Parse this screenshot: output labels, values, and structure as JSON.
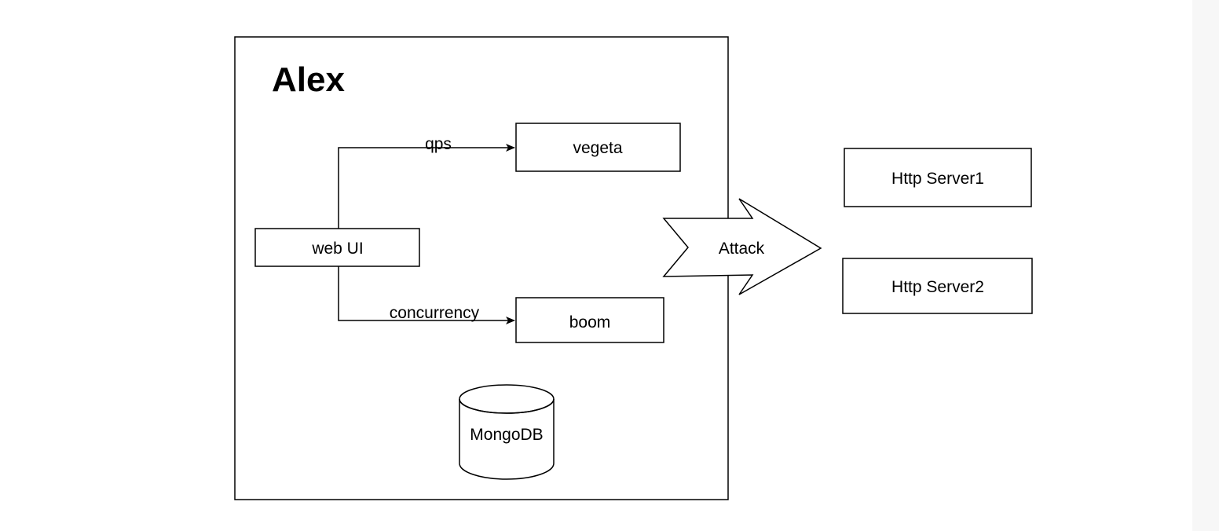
{
  "diagram": {
    "container": {
      "title": "Alex"
    },
    "nodes": {
      "web_ui": "web UI",
      "vegeta": "vegeta",
      "boom": "boom",
      "mongodb": "MongoDB",
      "attack": "Attack",
      "http_server1": "Http Server1",
      "http_server2": "Http Server2"
    },
    "edges": {
      "qps": "qps",
      "concurrency": "concurrency"
    }
  }
}
